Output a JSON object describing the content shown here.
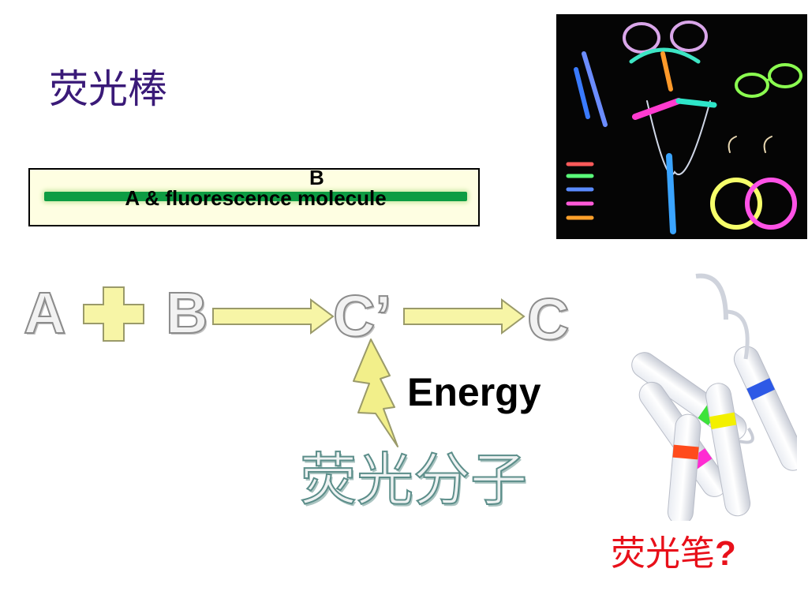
{
  "title": "荧光棒",
  "tube": {
    "b_label": "B",
    "content_label": "A & fluorescence molecule"
  },
  "reaction": {
    "reactant_a": "A",
    "reactant_b": "B",
    "intermediate": "C’",
    "product": "C",
    "energy_label": "Energy",
    "emitter_label": "荧光分子"
  },
  "pen_caption": {
    "text": "荧光笔",
    "mark": "?"
  },
  "colors": {
    "title": "#3a1a78",
    "tube_bar": "#0e9c43",
    "arrow_fill": "#f7f5a6",
    "arrow_stroke": "#9a9a6a",
    "pen_caption": "#e8101a"
  }
}
